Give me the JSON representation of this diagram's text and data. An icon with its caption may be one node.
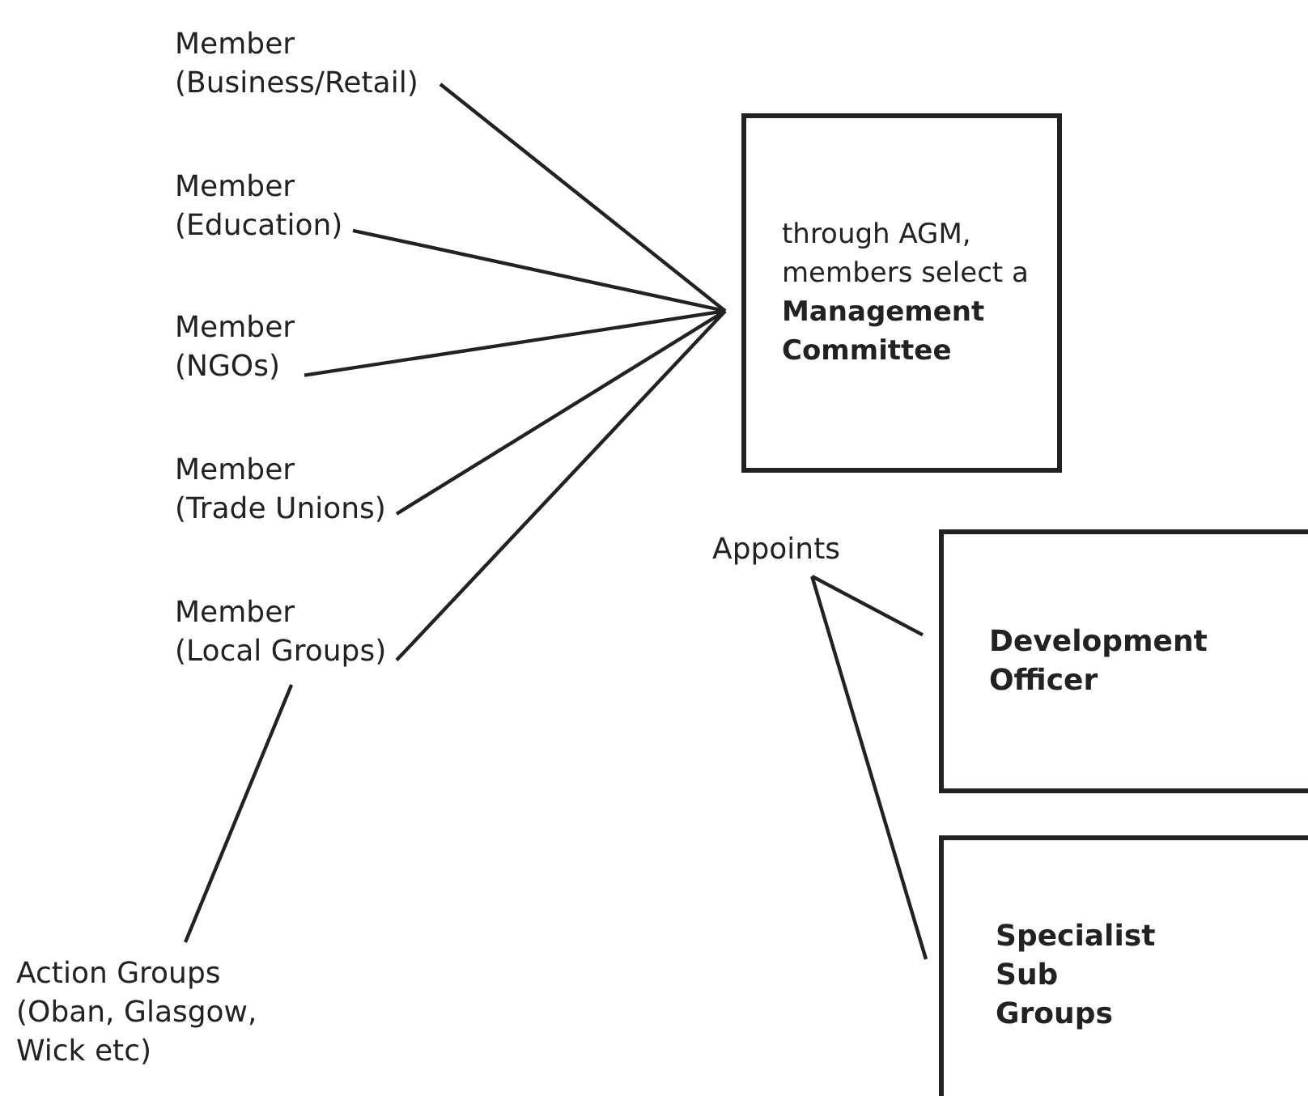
{
  "diagram": {
    "nodes": [
      {
        "text": [
          "Member (Business/Retail)"
        ]
      },
      {
        "text": [
          "Member (Education)"
        ]
      },
      {
        "text": [
          "Member (NGOs)"
        ]
      },
      {
        "text": [
          "Member (Trade Unions)"
        ]
      },
      {
        "text": [
          "Member (Local Groups)"
        ]
      },
      {
        "text": [
          "Action Groups (Oban, Glasgow, Wick etc)"
        ]
      },
      {
        "text": [
          "through AGM, members select a **Management Committee**"
        ]
      },
      {
        "text": [
          "Appoints"
        ]
      },
      {
        "text": [
          "Development Officer"
        ]
      },
      {
        "text": [
          "Specialist Sub Groups"
        ]
      }
    ],
    "edges": [
      {
        "from": 0,
        "to": 6,
        "arrow": "none"
      },
      {
        "from": 1,
        "to": 6,
        "arrow": "none"
      },
      {
        "from": 2,
        "to": 6,
        "arrow": "none"
      },
      {
        "from": 3,
        "to": 6,
        "arrow": "none"
      },
      {
        "from": 4,
        "to": 6,
        "arrow": "none"
      },
      {
        "from": 4,
        "to": 5,
        "arrow": "none"
      },
      {
        "from": 7,
        "to": 8,
        "arrow": "none"
      },
      {
        "from": 7,
        "to": 9,
        "arrow": "none"
      }
    ]
  }
}
